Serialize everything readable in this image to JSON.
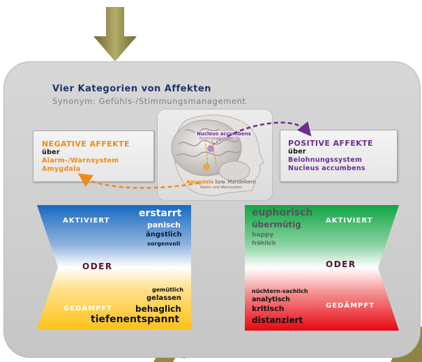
{
  "diagram": {
    "title": "Vier Kategorien von Affekten",
    "subtitle": "Synonym: Gefühls-/Stimmungsmanagement",
    "negative": {
      "heading": "NEGATIVE AFFEKTE",
      "lines": [
        "über",
        "Alarm-/Warnsystem",
        "Amygdala"
      ]
    },
    "positive": {
      "heading": "POSITIVE AFFEKTE",
      "lines": [
        "über",
        "Belohnungssystem",
        "Nucleus accumbens"
      ]
    },
    "brain": {
      "nucleus_label": "Nucleus accumbens",
      "nucleus_sub": "Belohnungssystem",
      "amygdala_label": "Amygdala",
      "amygdala_suffix": "bzw. Mandelkern",
      "amygdala_sub": "Alarm- und Warnsystem"
    },
    "left_field": {
      "top_label": "AKTIVIERT",
      "middle_label": "ODER",
      "bottom_label": "GEDÄMPFT",
      "top_words": [
        "erstarrt",
        "panisch",
        "ängstlich",
        "sorgenvoll"
      ],
      "bottom_words": [
        "gemütlich",
        "gelassen",
        "behaglich",
        "tiefenentspannt"
      ]
    },
    "right_field": {
      "top_label": "AKTIVIERT",
      "middle_label": "ODER",
      "bottom_label": "GEDÄMPFT",
      "top_words": [
        "euphorisch",
        "übermütig",
        "happy",
        "fröhlich"
      ],
      "bottom_words": [
        "nüchtern-sachlich",
        "analytisch",
        "kritisch",
        "distanziert"
      ]
    },
    "colors": {
      "negative": "#f08a16",
      "positive": "#6b2d8f",
      "title": "#1f3568",
      "oder": "#5b1030",
      "arrow": "#8e8544"
    }
  }
}
